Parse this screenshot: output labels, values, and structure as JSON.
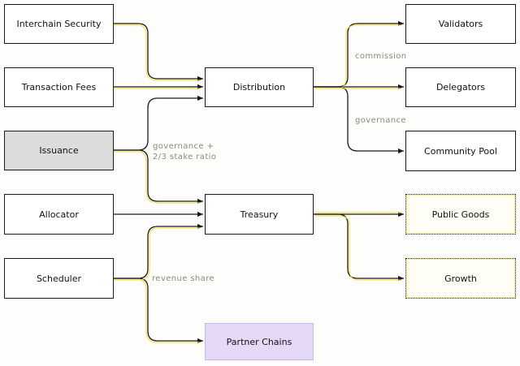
{
  "nodes": {
    "interchain_security": "Interchain Security",
    "transaction_fees": "Transaction Fees",
    "issuance": "Issuance",
    "allocator": "Allocator",
    "scheduler": "Scheduler",
    "distribution": "Distribution",
    "treasury": "Treasury",
    "partner_chains": "Partner Chains",
    "validators": "Validators",
    "delegators": "Delegators",
    "community_pool": "Community Pool",
    "public_goods": "Public Goods",
    "growth": "Growth"
  },
  "edge_labels": {
    "commission": "commission",
    "governance": "governance",
    "governance_stake_line1": "governance +",
    "governance_stake_line2": "2/3 stake ratio",
    "revenue_share": "revenue share"
  },
  "colors": {
    "edge": "#1a1a1a",
    "edge_highlight": "#f0dc3c",
    "partner_fill": "#e6d8f7",
    "shaded_fill": "#dcdcdc"
  }
}
